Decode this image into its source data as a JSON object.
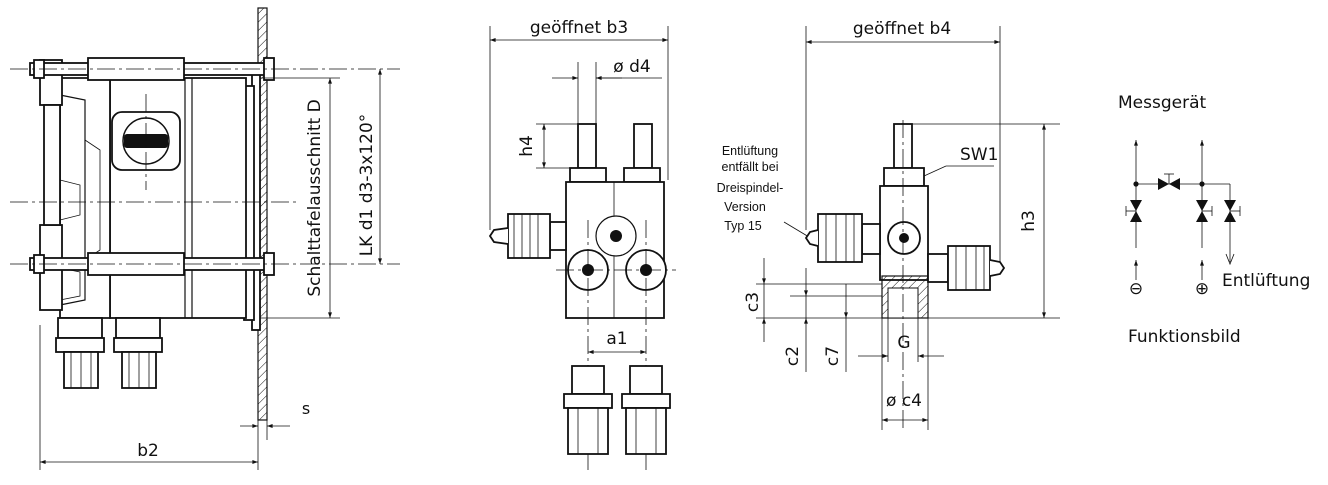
{
  "left_view": {
    "dim_b2": "b2",
    "dim_s": "s",
    "dim_panel_cutout": "Schalttafelausschnitt D",
    "dim_bolt_circle": "LK d1 d3-3x120°"
  },
  "middle_view": {
    "dim_b3": "geöffnet b3",
    "dim_d4": "ø d4",
    "dim_h4": "h4",
    "dim_a1": "a1"
  },
  "right_view": {
    "dim_b4": "geöffnet b4",
    "dim_sw1": "SW1",
    "dim_h3": "h3",
    "dim_c3": "c3",
    "dim_c2": "c2",
    "dim_c7": "c7",
    "dim_g": "G",
    "dim_c4": "ø c4",
    "vent_note": [
      "Entlüftung",
      "entfällt bei",
      "Dreispindel-",
      "Version",
      "Typ 15"
    ]
  },
  "schematic": {
    "title": "Messgerät",
    "vent_label": "Entlüftung",
    "minus_symbol": "⊖",
    "plus_symbol": "⊕",
    "caption": "Funktionsbild"
  }
}
